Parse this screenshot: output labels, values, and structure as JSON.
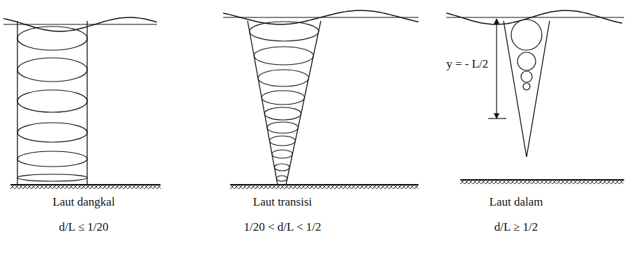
{
  "diagram": {
    "labels": [
      "Laut dangkal",
      "d/L ≤ 1/20",
      "Laut transisi",
      "1/20 < d/L < 1/2",
      "Laut dalam",
      "d/L ≥ 1/2",
      "y = - L/2"
    ]
  }
}
